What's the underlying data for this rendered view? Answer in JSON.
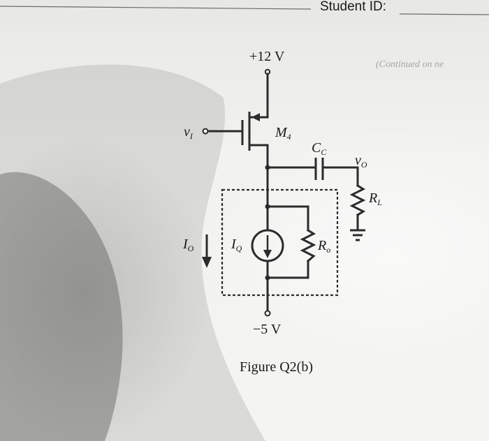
{
  "header": {
    "student_id_label": "Student ID:",
    "faint_bleed_text": "(Continued on ne"
  },
  "circuit": {
    "supply_top": "+12 V",
    "supply_bottom": "−5 V",
    "input_label": "v",
    "input_sub": "I",
    "transistor_label": "M",
    "transistor_sub": "4",
    "cap_label": "C",
    "cap_sub": "C",
    "output_label": "v",
    "output_sub": "O",
    "load_label": "R",
    "load_sub": "L",
    "current_source_label": "I",
    "current_source_sub": "Q",
    "output_res_label": "R",
    "output_res_sub": "o",
    "bias_current_label": "I",
    "bias_current_sub": "O"
  },
  "caption": "Figure Q2(b)"
}
